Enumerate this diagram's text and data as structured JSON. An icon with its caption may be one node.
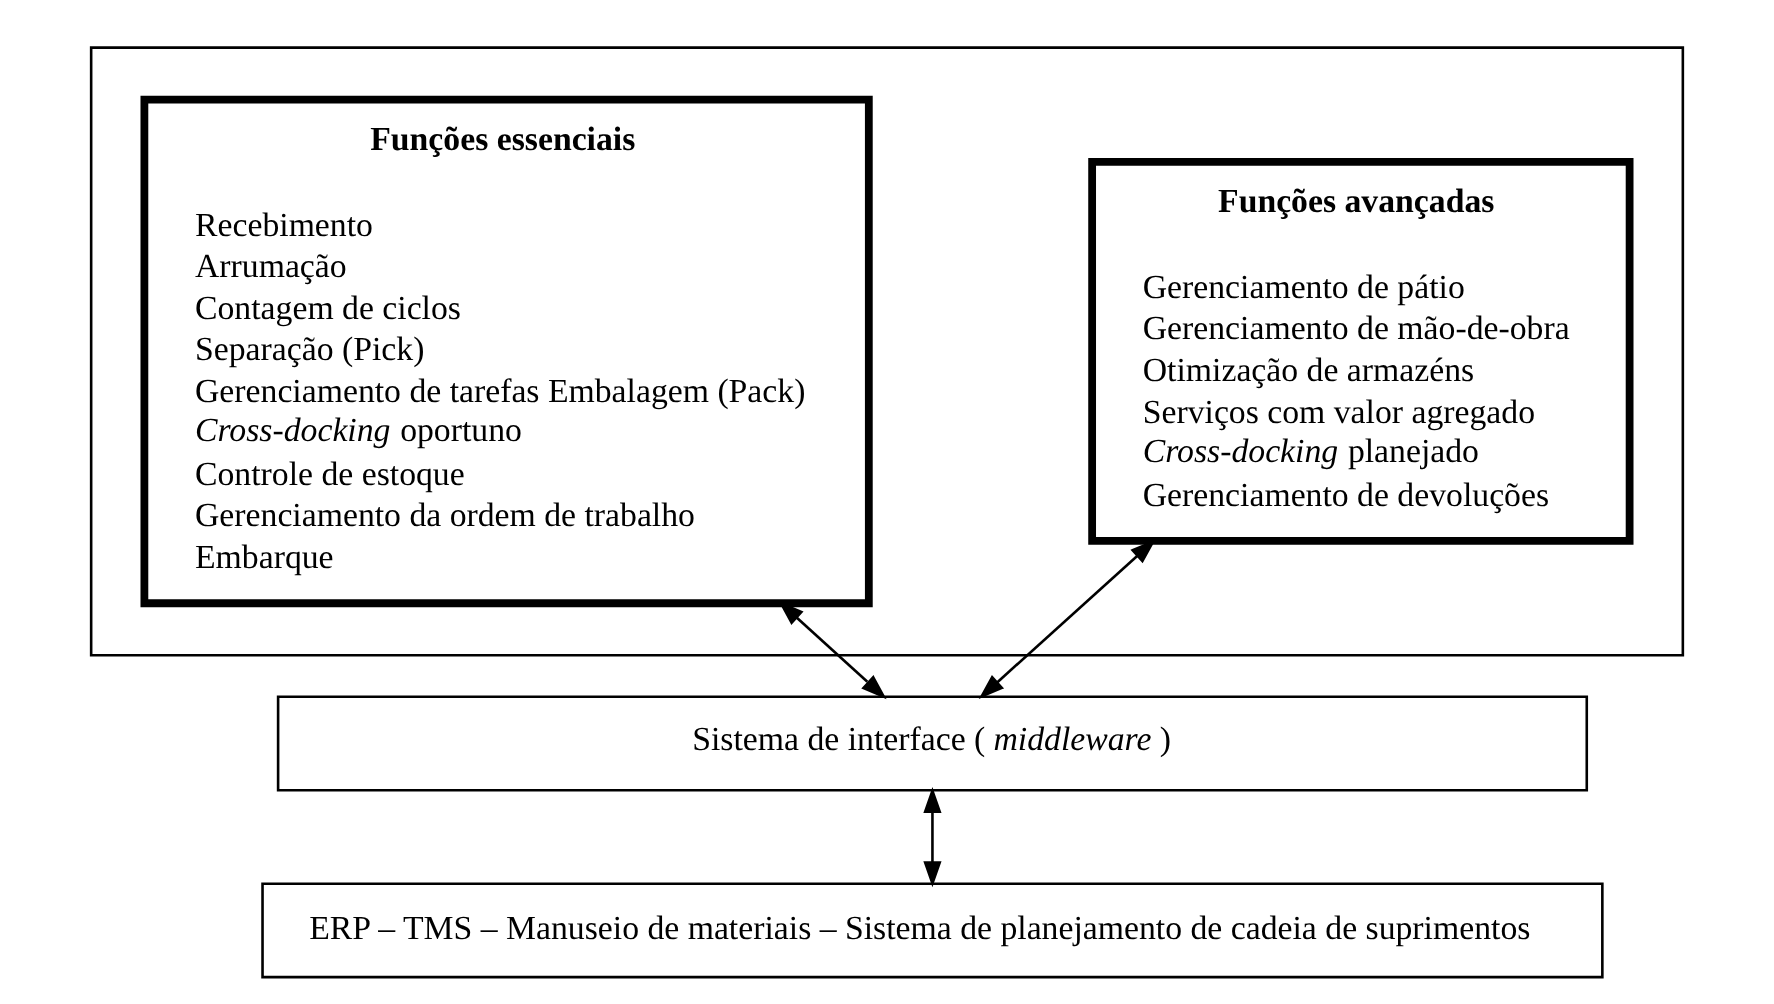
{
  "diagram": {
    "nodes": [
      {
        "text": [],
        "shape": "box"
      },
      {
        "text": [
          "Funções essenciais",
          "Recebimento",
          "Arrumação",
          "Contagem de ciclos",
          "Separação (Pick)",
          "Gerenciamento de tarefas Embalagem (Pack)",
          "*Cross-docking* oportuno",
          "Controle de estoque",
          "Gerenciamento da ordem de trabalho",
          "Embarque"
        ],
        "in": 0
      },
      {
        "text": [
          "Funções avançadas",
          "Gerenciamento de pátio",
          "Gerenciamento de mão-de-obra",
          "Otimização de armazéns",
          "Serviços com valor agregado",
          "*Cross-docking* planejado",
          "Gerenciamento de devoluções"
        ],
        "in": 0
      },
      {
        "text": [
          "Sistema de interface (*middleware*)"
        ]
      },
      {
        "text": [
          "ERP – TMS – Manuseio de materiais – Sistema de planejamento de cadeia de suprimentos"
        ]
      }
    ],
    "edges": [
      {
        "from": 1,
        "to": 3,
        "arrow": "both"
      },
      {
        "from": 2,
        "to": 3,
        "arrow": "both"
      },
      {
        "from": 3,
        "to": 4,
        "arrow": "both"
      }
    ]
  }
}
